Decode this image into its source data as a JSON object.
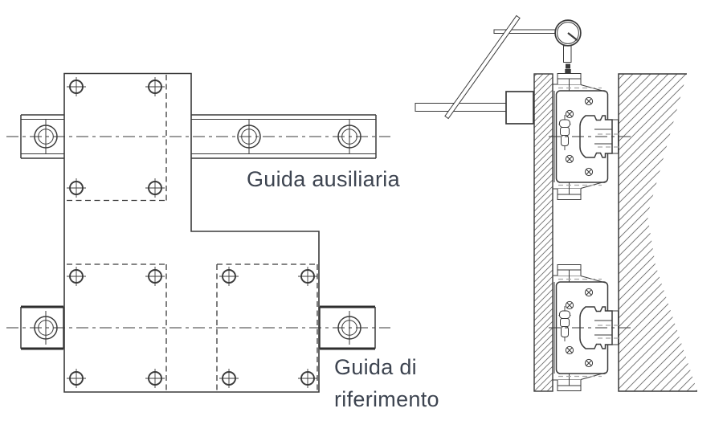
{
  "figure": {
    "type": "technical-drawing",
    "labels": {
      "auxiliary_guide": "Guida ausiliaria",
      "reference_guide_line1": "Guida di",
      "reference_guide_line2": "riferimento"
    },
    "colors": {
      "line": "#3a3a3a",
      "hidden_line": "#a6a6a6",
      "hatch": "#6f6f6f",
      "text": "#3d4450",
      "background": "#ffffff"
    }
  }
}
